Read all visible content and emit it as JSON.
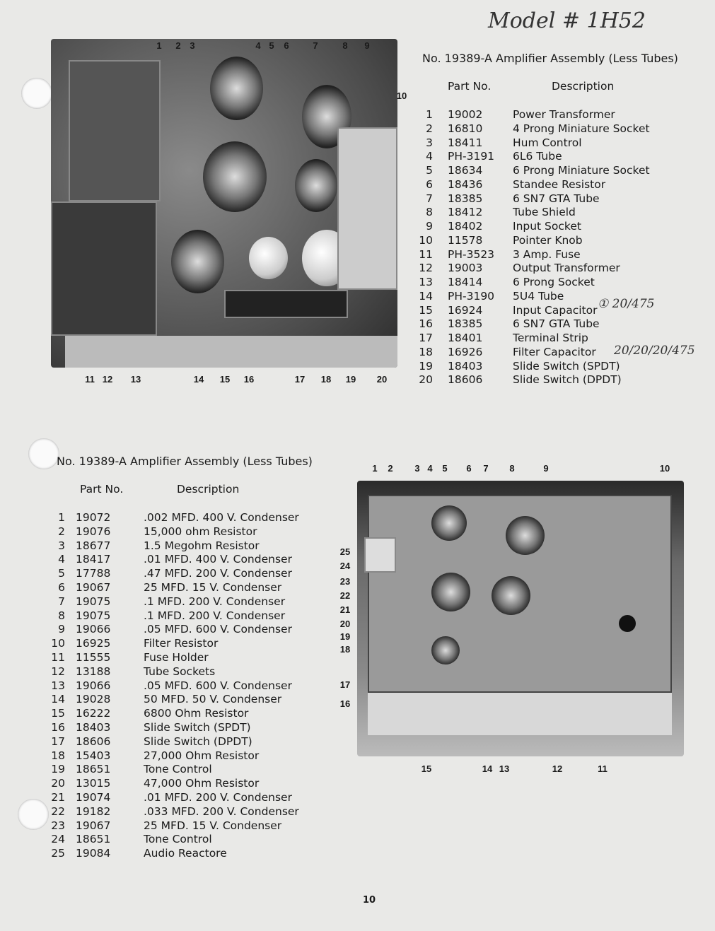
{
  "handwritten_title": "Model # 1H52",
  "top": {
    "heading": "No. 19389-A Amplifier Assembly (Less Tubes)",
    "col_part": "Part No.",
    "col_desc": "Description",
    "rows": [
      [
        "1",
        "19002",
        "Power Transformer"
      ],
      [
        "2",
        "16810",
        "4 Prong Miniature Socket"
      ],
      [
        "3",
        "18411",
        "Hum Control"
      ],
      [
        "4",
        "PH-3191",
        "6L6 Tube"
      ],
      [
        "5",
        "18634",
        "6 Prong Miniature Socket"
      ],
      [
        "6",
        "18436",
        "Standee Resistor"
      ],
      [
        "7",
        "18385",
        "6 SN7 GTA Tube"
      ],
      [
        "8",
        "18412",
        "Tube Shield"
      ],
      [
        "9",
        "18402",
        "Input Socket"
      ],
      [
        "10",
        "11578",
        "Pointer Knob"
      ],
      [
        "11",
        "PH-3523",
        "3 Amp. Fuse"
      ],
      [
        "12",
        "19003",
        "Output Transformer"
      ],
      [
        "13",
        "18414",
        "6 Prong Socket"
      ],
      [
        "14",
        "PH-3190",
        "5U4 Tube"
      ],
      [
        "15",
        "16924",
        "Input Capacitor"
      ],
      [
        "16",
        "18385",
        "6 SN7 GTA Tube"
      ],
      [
        "17",
        "18401",
        "Terminal Strip"
      ],
      [
        "18",
        "16926",
        "Filter Capacitor"
      ],
      [
        "19",
        "18403",
        "Slide Switch (SPDT)"
      ],
      [
        "20",
        "18606",
        "Slide Switch (DPDT)"
      ]
    ],
    "note_15": "① 20/475",
    "note_18": "20/20/20/475",
    "callouts_top": [
      "1",
      "2",
      "3",
      "4",
      "5",
      "6",
      "7",
      "8",
      "9",
      "10"
    ],
    "callouts_bottom": [
      "11",
      "12",
      "13",
      "14",
      "15",
      "16",
      "17",
      "18",
      "19",
      "20"
    ]
  },
  "bottom": {
    "heading": "No. 19389-A Amplifier Assembly (Less Tubes)",
    "col_part": "Part No.",
    "col_desc": "Description",
    "rows": [
      [
        "1",
        "19072",
        ".002 MFD. 400 V. Condenser"
      ],
      [
        "2",
        "19076",
        "15,000 ohm Resistor"
      ],
      [
        "3",
        "18677",
        "1.5 Megohm Resistor"
      ],
      [
        "4",
        "18417",
        ".01 MFD. 400 V. Condenser"
      ],
      [
        "5",
        "17788",
        ".47 MFD. 200 V. Condenser"
      ],
      [
        "6",
        "19067",
        "25 MFD. 15 V. Condenser"
      ],
      [
        "7",
        "19075",
        ".1 MFD. 200 V. Condenser"
      ],
      [
        "8",
        "19075",
        ".1 MFD. 200 V. Condenser"
      ],
      [
        "9",
        "19066",
        ".05 MFD. 600 V. Condenser"
      ],
      [
        "10",
        "16925",
        "Filter Resistor"
      ],
      [
        "11",
        "11555",
        "Fuse Holder"
      ],
      [
        "12",
        "13188",
        "Tube Sockets"
      ],
      [
        "13",
        "19066",
        ".05 MFD. 600 V. Condenser"
      ],
      [
        "14",
        "19028",
        "50 MFD. 50 V. Condenser"
      ],
      [
        "15",
        "16222",
        "6800 Ohm Resistor"
      ],
      [
        "16",
        "18403",
        "Slide Switch (SPDT)"
      ],
      [
        "17",
        "18606",
        "Slide Switch (DPDT)"
      ],
      [
        "18",
        "15403",
        "27,000 Ohm Resistor"
      ],
      [
        "19",
        "18651",
        "Tone Control"
      ],
      [
        "20",
        "13015",
        "47,000 Ohm Resistor"
      ],
      [
        "21",
        "19074",
        ".01 MFD. 200 V. Condenser"
      ],
      [
        "22",
        "19182",
        ".033 MFD. 200 V. Condenser"
      ],
      [
        "23",
        "19067",
        "25 MFD. 15 V. Condenser"
      ],
      [
        "24",
        "18651",
        "Tone Control"
      ],
      [
        "25",
        "19084",
        "Audio Reactore"
      ]
    ],
    "callouts_top": [
      "1",
      "2",
      "3",
      "4",
      "5",
      "6",
      "7",
      "8",
      "9",
      "10"
    ],
    "callouts_left": [
      "25",
      "24",
      "23",
      "22",
      "21",
      "20",
      "19",
      "18",
      "17",
      "16"
    ],
    "callouts_bottom": [
      "15",
      "14",
      "13",
      "12",
      "11"
    ]
  },
  "page_number": "10"
}
